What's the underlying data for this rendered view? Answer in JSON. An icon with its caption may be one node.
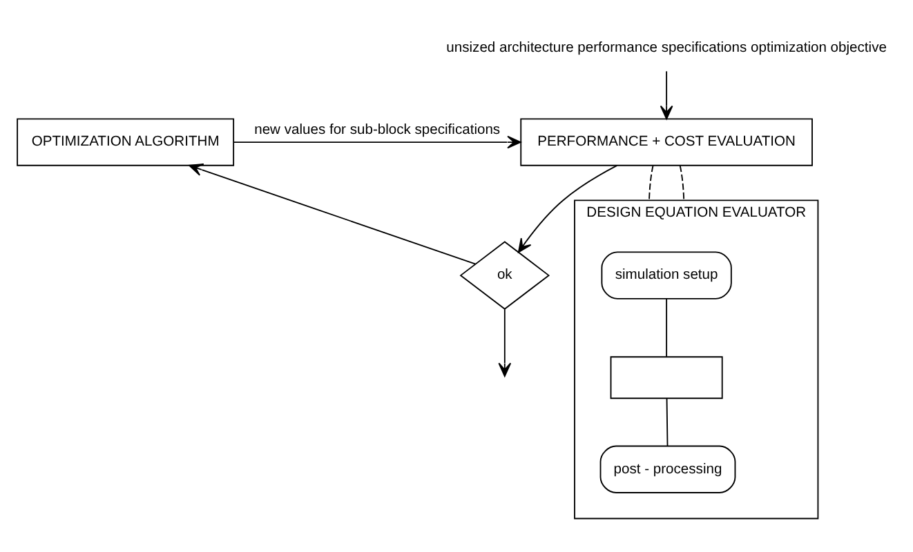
{
  "diagram": {
    "nodes": [
      {
        "text": [
          "OPTIMIZATION ALGORITHM"
        ]
      },
      {
        "text": [
          "PERFORMANCE + COST EVALUATION"
        ]
      },
      {
        "text": [
          "ok"
        ]
      },
      {
        "text": [
          "DESIGN EQUATION EVALUATOR"
        ]
      },
      {
        "text": [
          "simulation setup"
        ],
        "in": 3
      },
      {
        "text": [],
        "shape": "box",
        "in": 3
      },
      {
        "text": [
          "post - processing"
        ],
        "in": 3
      },
      {
        "text": [
          "unsized architecture performance specifications optimization objective"
        ]
      }
    ],
    "edges": [
      {
        "from": 0,
        "to": 1,
        "arrow": "to",
        "label": "new values for sub-block specifications"
      },
      {
        "from": 7,
        "to": 1,
        "arrow": "to"
      },
      {
        "from": 1,
        "to": 2,
        "arrow": "to"
      },
      {
        "from": 2,
        "to": 0,
        "arrow": "to"
      },
      {
        "from": 2,
        "to": null,
        "arrow": "to"
      },
      {
        "from": 4,
        "to": 5,
        "arrow": "none"
      },
      {
        "from": 5,
        "to": 6,
        "arrow": "none"
      },
      {
        "from": 1,
        "to": 3,
        "arrow": "none",
        "style": "dashed"
      },
      {
        "from": 1,
        "to": 3,
        "arrow": "none",
        "style": "dashed"
      }
    ]
  }
}
